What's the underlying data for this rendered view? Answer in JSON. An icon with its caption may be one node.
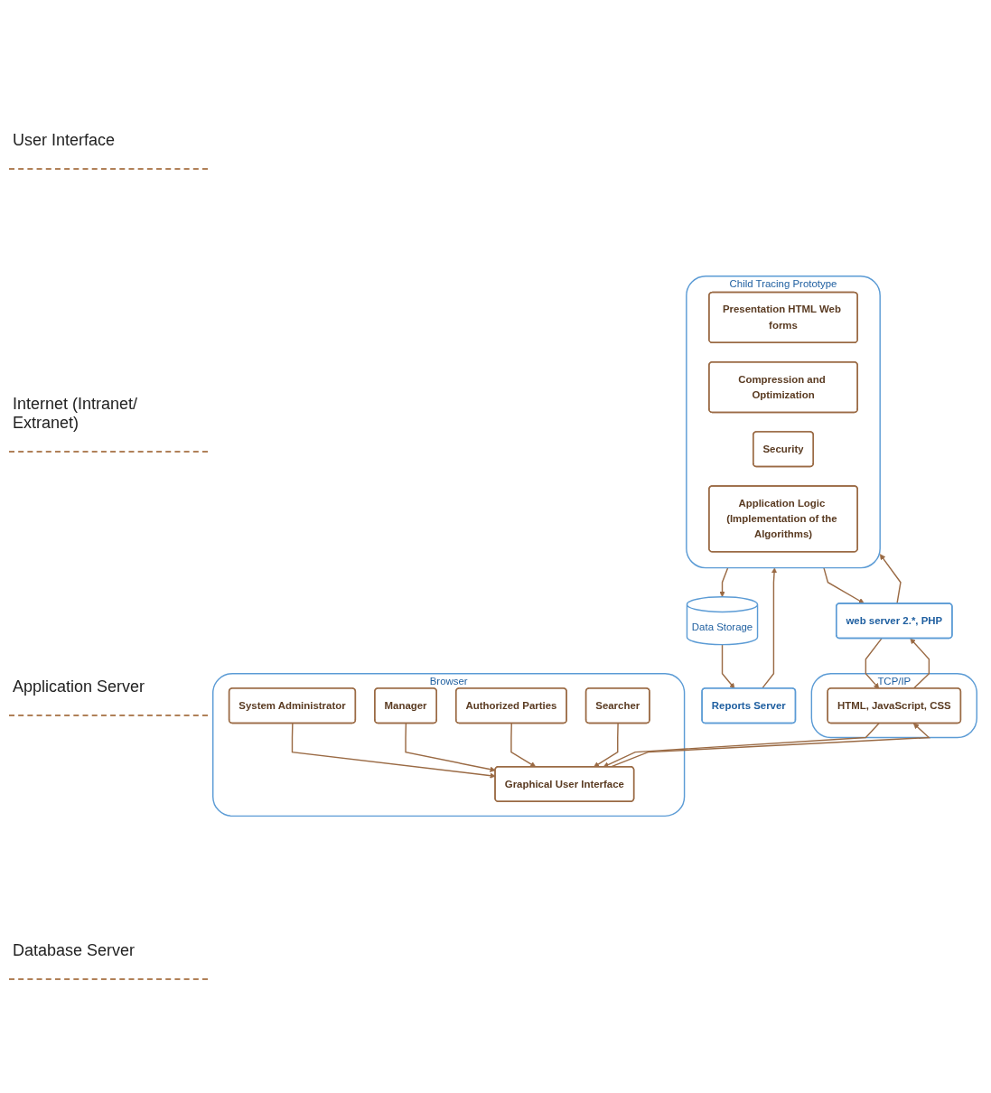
{
  "diagram": {
    "nodes": [
      {
        "text": [
          "Browser"
        ]
      },
      {
        "text": [
          "System Administrator"
        ],
        "in": 0
      },
      {
        "text": [
          "Manager"
        ],
        "in": 0
      },
      {
        "text": [
          "Authorized Parties"
        ],
        "in": 0
      },
      {
        "text": [
          "Searcher"
        ],
        "in": 0
      },
      {
        "text": [
          "Graphical User Interface"
        ],
        "in": 0
      },
      {
        "text": [
          "TCP/IP"
        ]
      },
      {
        "text": [
          "HTML, JavaScript, CSS"
        ],
        "in": 6
      },
      {
        "text": [
          "web server 2.*, PHP"
        ]
      },
      {
        "text": [
          "Child Tracing Prototype"
        ]
      },
      {
        "text": [
          "Presentation HTML Web forms"
        ],
        "in": 9
      },
      {
        "text": [
          "Compression and Optimization"
        ],
        "in": 9
      },
      {
        "text": [
          "Security"
        ],
        "in": 9
      },
      {
        "text": [
          "Application Logic (Implementation of the Algorithms)"
        ],
        "in": 9
      },
      {
        "text": [
          "Data Storage"
        ]
      },
      {
        "text": [
          "Reports Server"
        ]
      }
    ],
    "edges": [
      {
        "from": 1,
        "to": 5,
        "arrow": "to"
      },
      {
        "from": 2,
        "to": 5,
        "arrow": "to"
      },
      {
        "from": 3,
        "to": 5,
        "arrow": "to"
      },
      {
        "from": 4,
        "to": 5,
        "arrow": "to"
      },
      {
        "from": 5,
        "to": 7,
        "arrow": "to"
      },
      {
        "from": 7,
        "to": 5,
        "arrow": "to"
      },
      {
        "from": 7,
        "to": 8,
        "arrow": "to"
      },
      {
        "from": 8,
        "to": 7,
        "arrow": "to"
      },
      {
        "from": 8,
        "to": 9,
        "arrow": "to"
      },
      {
        "from": 9,
        "to": 8,
        "arrow": "to"
      },
      {
        "from": 9,
        "to": 14,
        "arrow": "to"
      },
      {
        "from": 15,
        "to": 9,
        "arrow": "to"
      },
      {
        "from": 14,
        "to": 15,
        "arrow": "to"
      }
    ],
    "labels": [
      "User Interface",
      "Internet (Intranet/ Extranet)",
      "Application Server",
      "Database Server"
    ]
  }
}
